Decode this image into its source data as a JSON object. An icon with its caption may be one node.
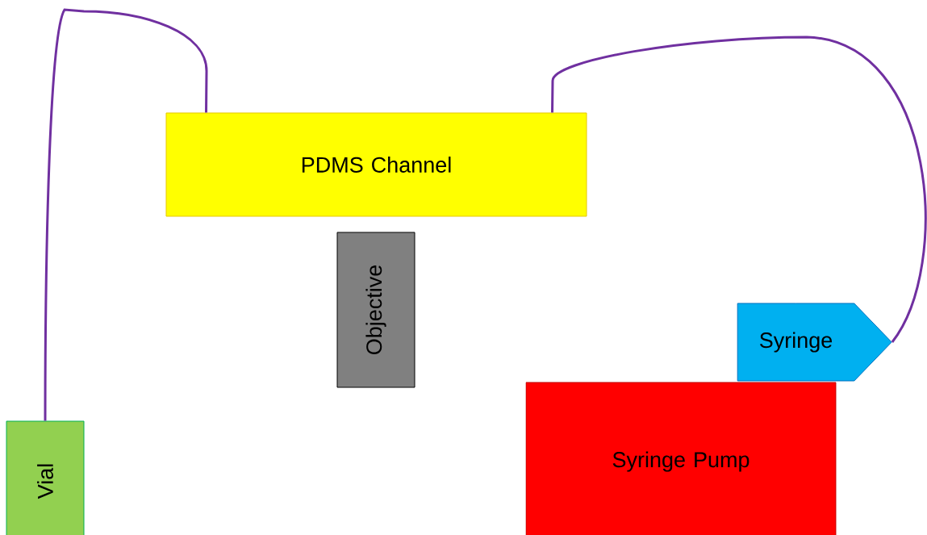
{
  "diagram": {
    "nodes": [
      {
        "text": [
          "PDMS Channel"
        ]
      },
      {
        "text": [
          "Objective"
        ]
      },
      {
        "text": [
          "Syringe"
        ]
      },
      {
        "text": [
          "Syringe Pump"
        ]
      },
      {
        "text": [
          "Vial"
        ]
      }
    ],
    "edges": [
      {
        "from": 2,
        "to": 0,
        "arrow": "none"
      },
      {
        "from": 0,
        "to": 4,
        "arrow": "none"
      }
    ]
  }
}
